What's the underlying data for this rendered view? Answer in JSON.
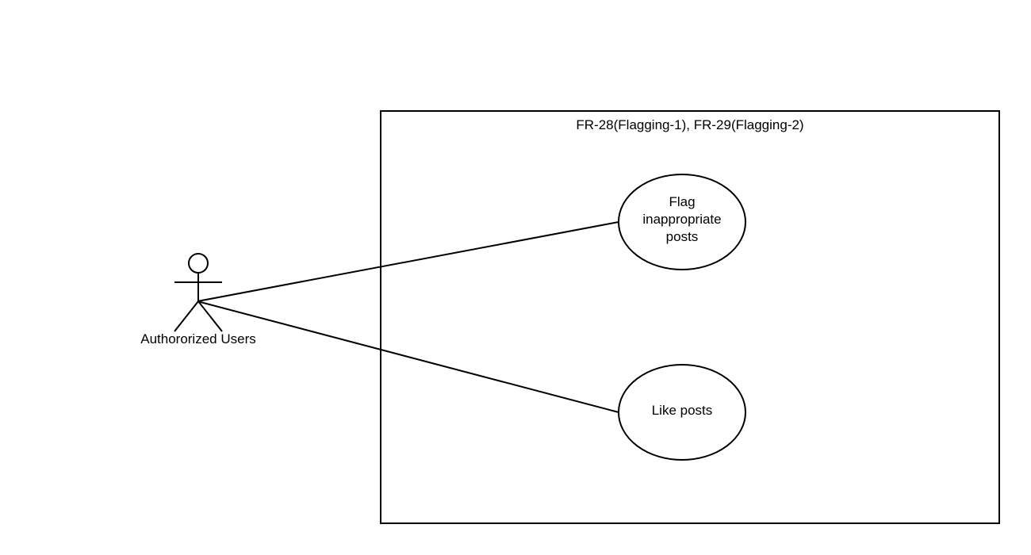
{
  "system": {
    "title": "FR-28(Flagging-1), FR-29(Flagging-2)"
  },
  "actor": {
    "label": "Authororized Users"
  },
  "use_cases": [
    {
      "lines": [
        "Flag",
        "inappropriate",
        "posts"
      ]
    },
    {
      "lines": [
        "Like posts"
      ]
    }
  ],
  "colors": {
    "background": "#ffffff",
    "stroke": "#000000"
  }
}
